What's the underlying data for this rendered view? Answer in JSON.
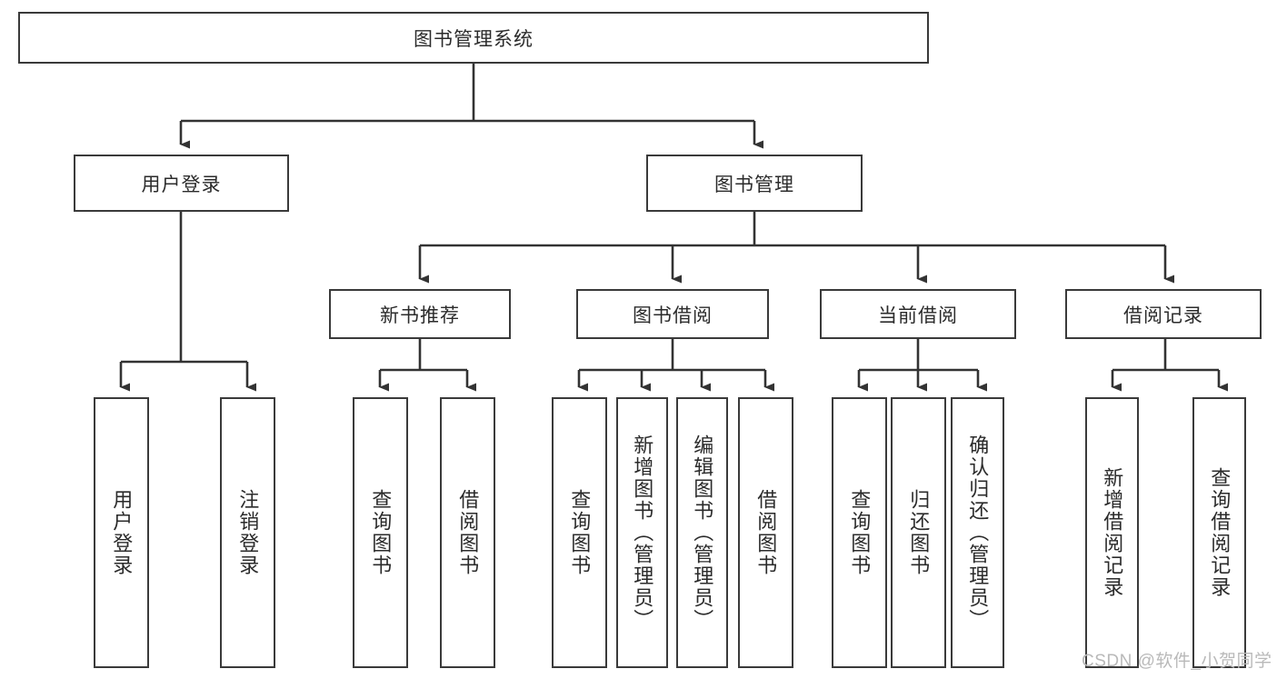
{
  "diagram": {
    "title": "图书管理系统",
    "type": "hierarchy-tree",
    "root": {
      "label": "图书管理系统"
    },
    "level1": [
      {
        "label": "用户登录"
      },
      {
        "label": "图书管理"
      }
    ],
    "level2": [
      {
        "label": "新书推荐"
      },
      {
        "label": "图书借阅"
      },
      {
        "label": "当前借阅"
      },
      {
        "label": "借阅记录"
      }
    ],
    "leaves": {
      "user_login": [
        {
          "label": "用户登录"
        },
        {
          "label": "注销登录"
        }
      ],
      "new_book_recommend": [
        {
          "label": "查询图书"
        },
        {
          "label": "借阅图书"
        }
      ],
      "book_borrow": [
        {
          "label": "查询图书"
        },
        {
          "label": "新增图书（管理员）"
        },
        {
          "label": "编辑图书（管理员）"
        },
        {
          "label": "借阅图书"
        }
      ],
      "current_borrow": [
        {
          "label": "查询图书"
        },
        {
          "label": "归还图书"
        },
        {
          "label": "确认归还（管理员）"
        }
      ],
      "borrow_record": [
        {
          "label": "新增借阅记录"
        },
        {
          "label": "查询借阅记录"
        }
      ]
    }
  },
  "watermark": {
    "text": "CSDN @软件_小贺同学"
  },
  "colors": {
    "border": "#3a3a3a",
    "text": "#2b2b2b",
    "background": "#ffffff",
    "connector": "#333333",
    "watermark": "#b9b9b9"
  }
}
